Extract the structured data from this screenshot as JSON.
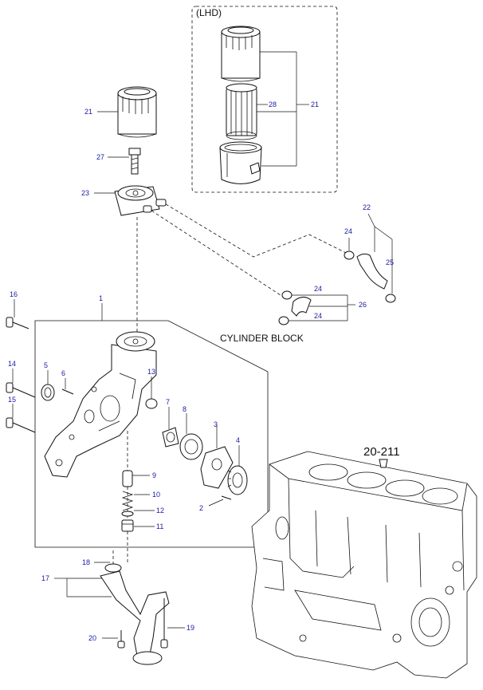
{
  "lhd_label": "(LHD)",
  "cylinder_block_label": "CYLINDER BLOCK",
  "ref_label": "20-211",
  "callouts": {
    "c1": "1",
    "c2": "2",
    "c3": "3",
    "c4": "4",
    "c5": "5",
    "c6": "6",
    "c7": "7",
    "c8": "8",
    "c9": "9",
    "c10": "10",
    "c11": "11",
    "c12": "12",
    "c13": "13",
    "c14": "14",
    "c15": "15",
    "c16": "16",
    "c17": "17",
    "c18": "18",
    "c19": "19",
    "c20": "20",
    "c21a": "21",
    "c21b": "21",
    "c22": "22",
    "c23": "23",
    "c24a": "24",
    "c24b": "24",
    "c24c": "24",
    "c25": "25",
    "c26": "26",
    "c27": "27",
    "c28": "28"
  }
}
